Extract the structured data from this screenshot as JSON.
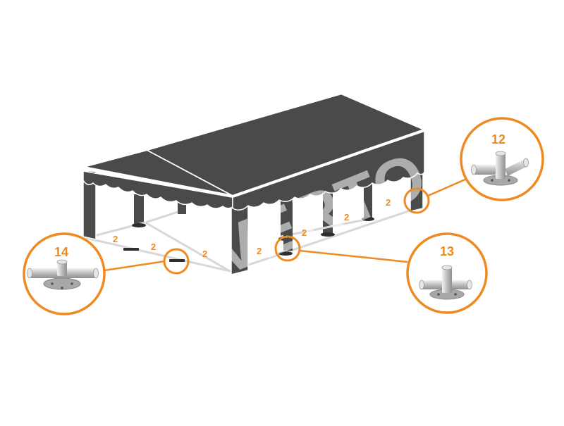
{
  "colors": {
    "accent": "#ef8a22",
    "roof": "#4a4a4a",
    "frame": "#d7d7d7",
    "outline": "#ffffff",
    "part_metal": "#bdbdbd"
  },
  "watermark": "VERTO",
  "segment_labels": [
    "2",
    "2",
    "2",
    "2",
    "2",
    "2",
    "2"
  ],
  "callouts": [
    {
      "number": "12",
      "part": "4-way connector with base plate",
      "icon": "connector-4way-icon"
    },
    {
      "number": "13",
      "part": "3-way connector with base plate",
      "icon": "connector-3way-icon"
    },
    {
      "number": "14",
      "part": "straight 3-way connector with base plate",
      "icon": "connector-straight-icon"
    }
  ]
}
